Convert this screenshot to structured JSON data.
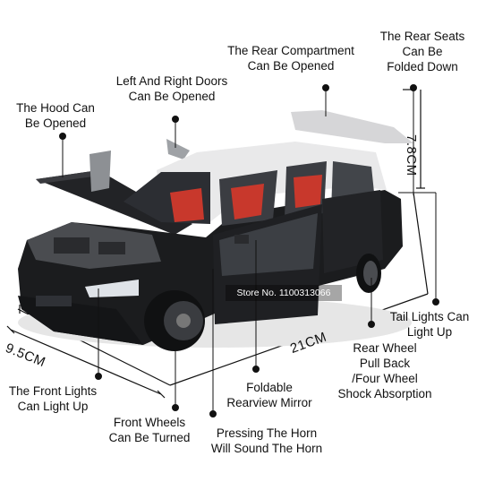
{
  "labels": {
    "hood": [
      "The Hood Can",
      "Be Opened"
    ],
    "doors": [
      "Left And Right Doors",
      "Can Be Opened"
    ],
    "rear_compartment": [
      "The Rear Compartment",
      "Can Be Opened"
    ],
    "rear_seats": [
      "The Rear Seats",
      "Can Be",
      "Folded Down"
    ],
    "front_lights": [
      "The Front Lights",
      "Can Light Up"
    ],
    "front_wheels": [
      "Front Wheels",
      "Can Be Turned"
    ],
    "horn": [
      "Pressing The Horn",
      "Will Sound The Horn"
    ],
    "mirror": [
      "Foldable",
      "Rearview Mirror"
    ],
    "rear_wheel": [
      "Rear Wheel",
      "Pull Back",
      "/Four Wheel",
      "Shock Absorption"
    ],
    "tail_lights": [
      "Tail Lights Can",
      "Light Up"
    ]
  },
  "dimensions": {
    "height": "7.8CM",
    "width": "9.5CM",
    "length": "21CM"
  },
  "watermark": "Store No. 1100313066",
  "colors": {
    "body": "#1b1c1e",
    "roof": "#e9e9ea",
    "interior": "#c8382c",
    "line": "#111111"
  }
}
